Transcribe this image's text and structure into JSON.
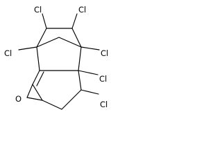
{
  "molecule": {
    "atoms": [
      {
        "id": "cl_top_left",
        "symbol": "Cl"
      },
      {
        "id": "cl_top_right",
        "symbol": "Cl"
      },
      {
        "id": "cl_bridgehead_left",
        "symbol": "Cl"
      },
      {
        "id": "cl_bridgehead_right",
        "symbol": "Cl"
      },
      {
        "id": "cl_ring_junction",
        "symbol": "Cl"
      },
      {
        "id": "cl_lower_right",
        "symbol": "Cl"
      },
      {
        "id": "o_epoxide",
        "symbol": "O"
      }
    ]
  }
}
